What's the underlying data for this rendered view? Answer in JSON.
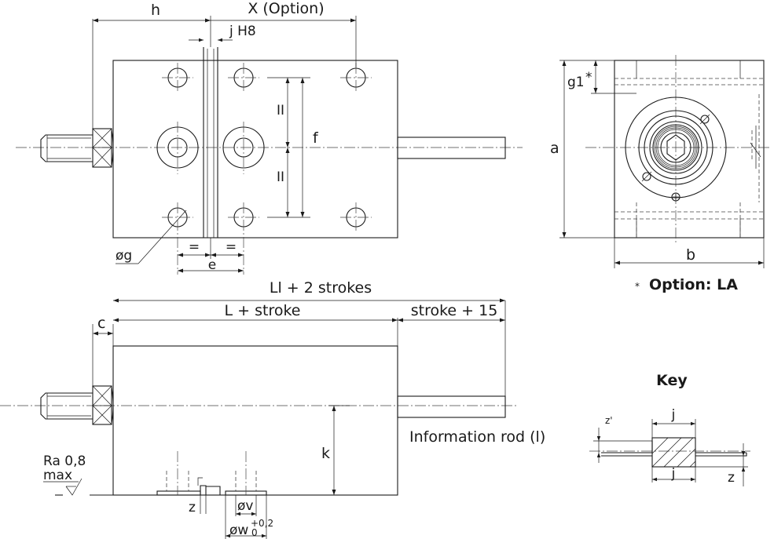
{
  "labels": {
    "h": "h",
    "x_option": "X (Option)",
    "j_h8": "j H8",
    "f": "f",
    "eq": "=",
    "eq_vertical": "II",
    "og": "øg",
    "e": "e",
    "a": "a",
    "b": "b",
    "g1": "g1",
    "g1_star": "*",
    "option_star": "*",
    "option_la": "Option: LA",
    "ll_2strokes": "Ll + 2 strokes",
    "l_stroke": "L + stroke",
    "stroke_15": "stroke + 15",
    "c": "c",
    "k": "k",
    "info_rod": "Information rod (l)",
    "ra": "Ra  0,8",
    "max": "max",
    "z": "z",
    "ov": "øv",
    "ow": "øw",
    "tol_upper": "+0,2",
    "tol_lower": "0",
    "key_title": "Key",
    "key_z_prime": "z'",
    "key_j_top": "j",
    "key_j_bottom": "j",
    "key_z": "z"
  }
}
